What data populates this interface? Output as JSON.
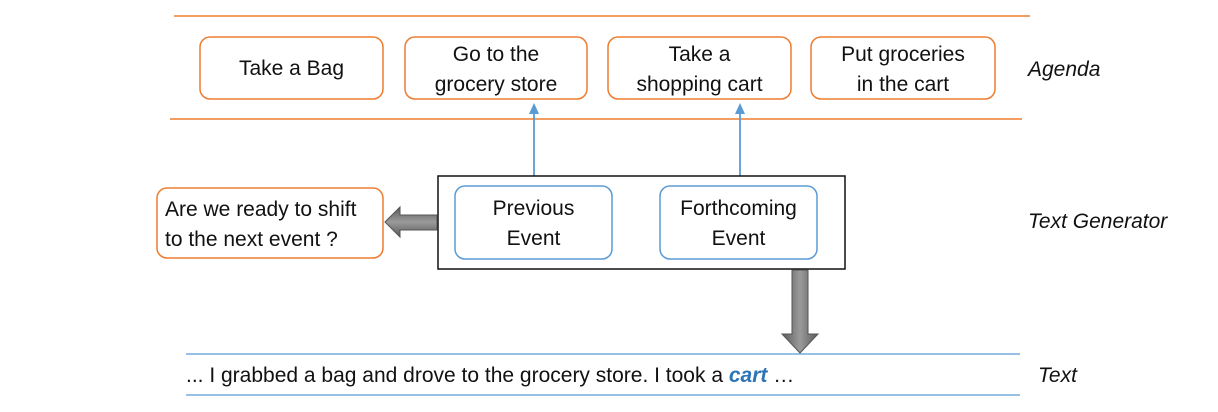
{
  "agenda": {
    "label": "Agenda",
    "items": [
      {
        "lines": [
          "Take a Bag"
        ]
      },
      {
        "lines": [
          "Go to the",
          "grocery store"
        ]
      },
      {
        "lines": [
          "Take a",
          "shopping cart"
        ]
      },
      {
        "lines": [
          "Put groceries",
          "in the cart"
        ]
      }
    ]
  },
  "generator": {
    "label": "Text Generator",
    "question_lines": [
      "Are we ready to shift",
      "to the next event ?"
    ],
    "previous_event_lines": [
      "Previous",
      "Event"
    ],
    "forthcoming_event_lines": [
      "Forthcoming",
      "Event"
    ]
  },
  "text_section": {
    "label": "Text",
    "prefix": "... I grabbed a bag and drove to the grocery store. I took a ",
    "highlight": "cart",
    "suffix": " …"
  },
  "colors": {
    "orange": "#ed7d31",
    "blue": "#5b9bd5",
    "highlight_blue": "#2e75b6",
    "gray_arrow": "#7f7f7f"
  }
}
